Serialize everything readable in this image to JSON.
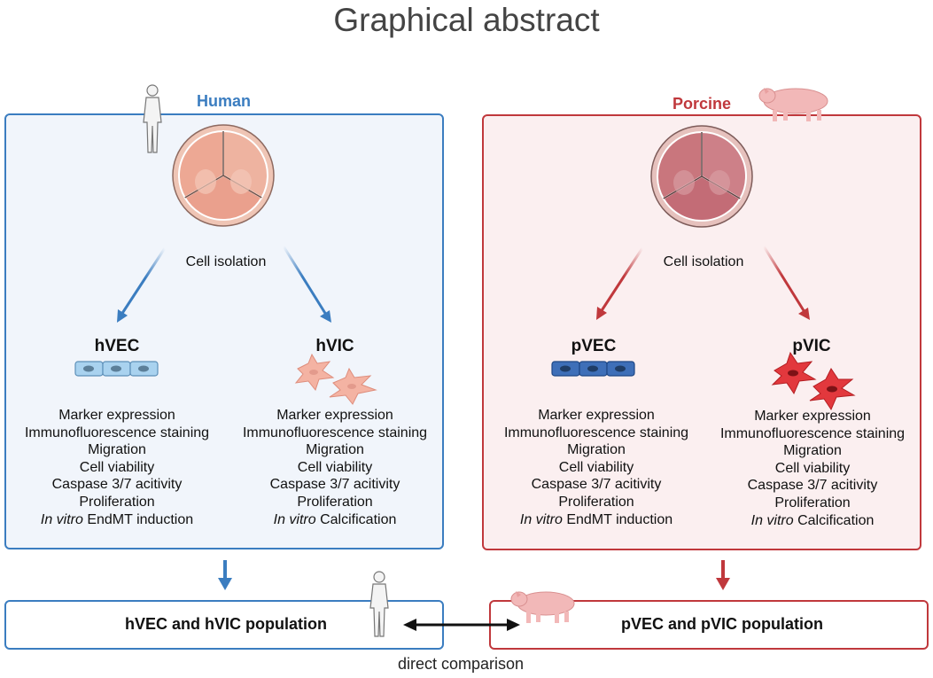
{
  "title": "Graphical abstract",
  "human": {
    "label": "Human",
    "isolation": "Cell isolation",
    "vec": {
      "name": "hVEC",
      "assays": [
        "Marker expression",
        "Immunofluorescence staining",
        "Migration",
        "Cell viability",
        "Caspase 3/7 acitivity",
        "Proliferation"
      ],
      "last_italic": "In vitro",
      "last_rest": " EndMT induction"
    },
    "vic": {
      "name": "hVIC",
      "assays": [
        "Marker expression",
        "Immunofluorescence staining",
        "Migration",
        "Cell viability",
        "Caspase 3/7 acitivity",
        "Proliferation"
      ],
      "last_italic": "In vitro",
      "last_rest": " Calcification"
    },
    "population": "hVEC and hVIC population"
  },
  "porcine": {
    "label": "Porcine",
    "isolation": "Cell isolation",
    "vec": {
      "name": "pVEC",
      "assays": [
        "Marker expression",
        "Immunofluorescence staining",
        "Migration",
        "Cell viability",
        "Caspase 3/7 acitivity",
        "Proliferation"
      ],
      "last_italic": "In vitro",
      "last_rest": " EndMT induction"
    },
    "vic": {
      "name": "pVIC",
      "assays": [
        "Marker expression",
        "Immunofluorescence staining",
        "Migration",
        "Cell viability",
        "Caspase 3/7 acitivity",
        "Proliferation"
      ],
      "last_italic": "In vitro",
      "last_rest": " Calcification"
    },
    "population": "pVEC and pVIC population"
  },
  "comparison": "direct comparison",
  "colors": {
    "human_accent": "#3b7dc0",
    "porcine_accent": "#c0383c"
  }
}
